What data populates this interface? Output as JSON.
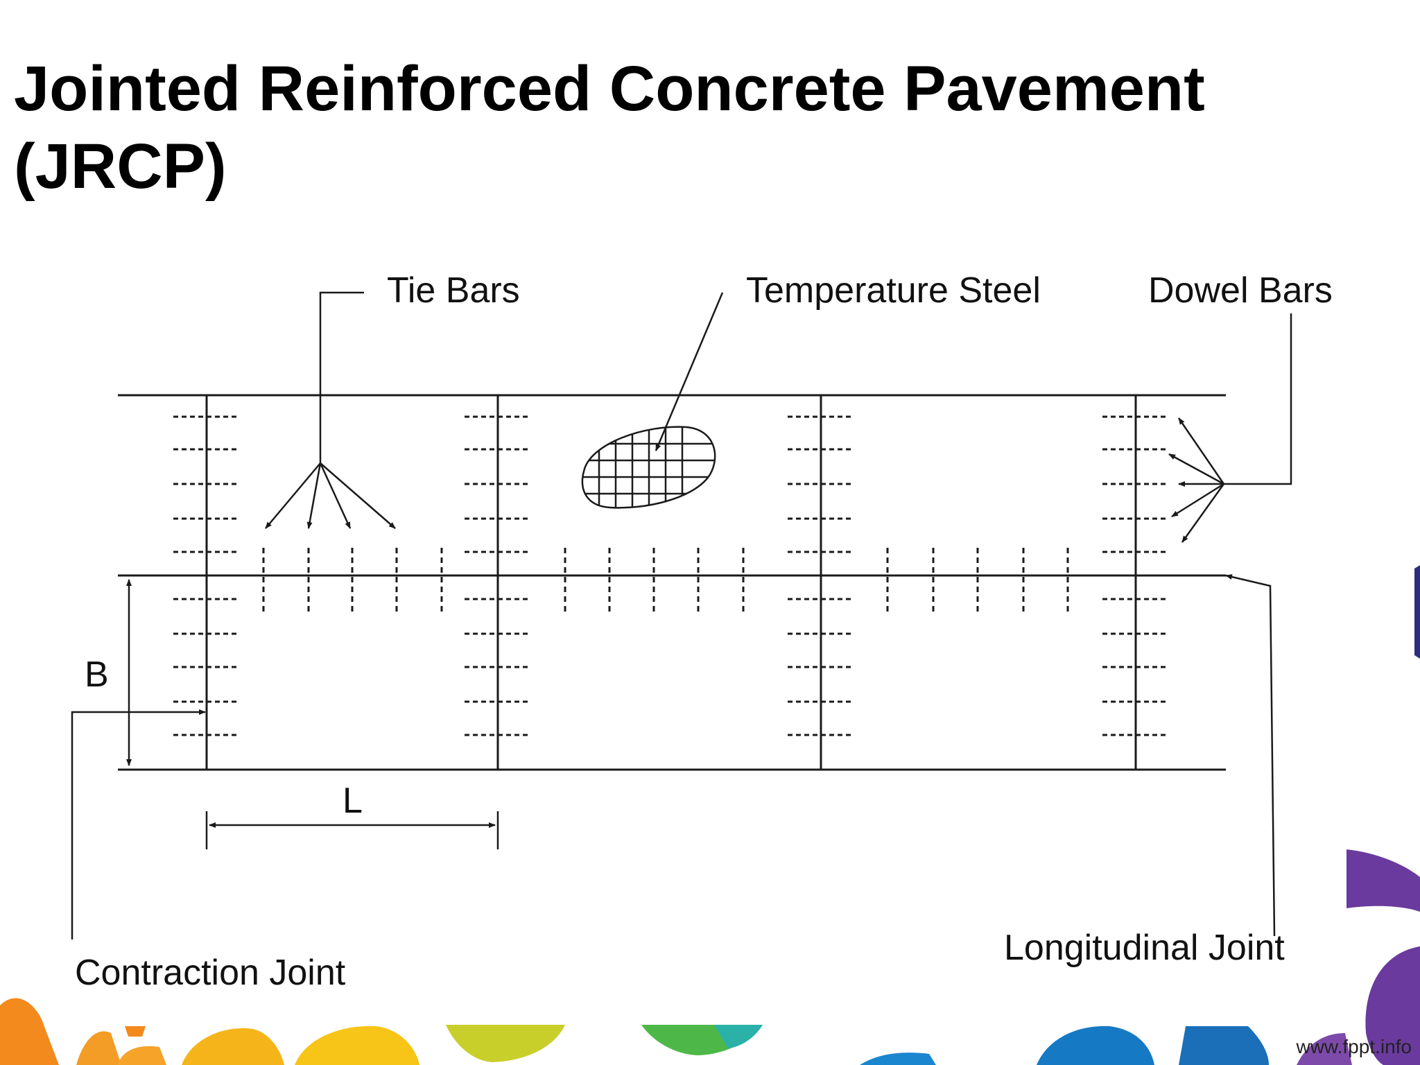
{
  "slide": {
    "title_line1": "Jointed Reinforced Concrete Pavement",
    "title_line2": "(JRCP)",
    "footer_url": "www.fppt.info"
  },
  "diagram": {
    "labels": {
      "tie_bars": "Tie Bars",
      "temperature_steel": "Temperature Steel",
      "dowel_bars": "Dowel Bars",
      "width": "B",
      "length": "L",
      "contraction_joint": "Contraction Joint",
      "longitudinal_joint": "Longitudinal Joint"
    }
  },
  "colors": {
    "title": "#000000",
    "line": "#1a1a1a",
    "decor_orange": "#f28a1e",
    "decor_yellow": "#f5b51a",
    "decor_lime": "#c9cf2a",
    "decor_green": "#4db848",
    "decor_teal": "#2ab1a8",
    "decor_blue": "#1a86d0",
    "decor_purple": "#6a3a9e"
  }
}
